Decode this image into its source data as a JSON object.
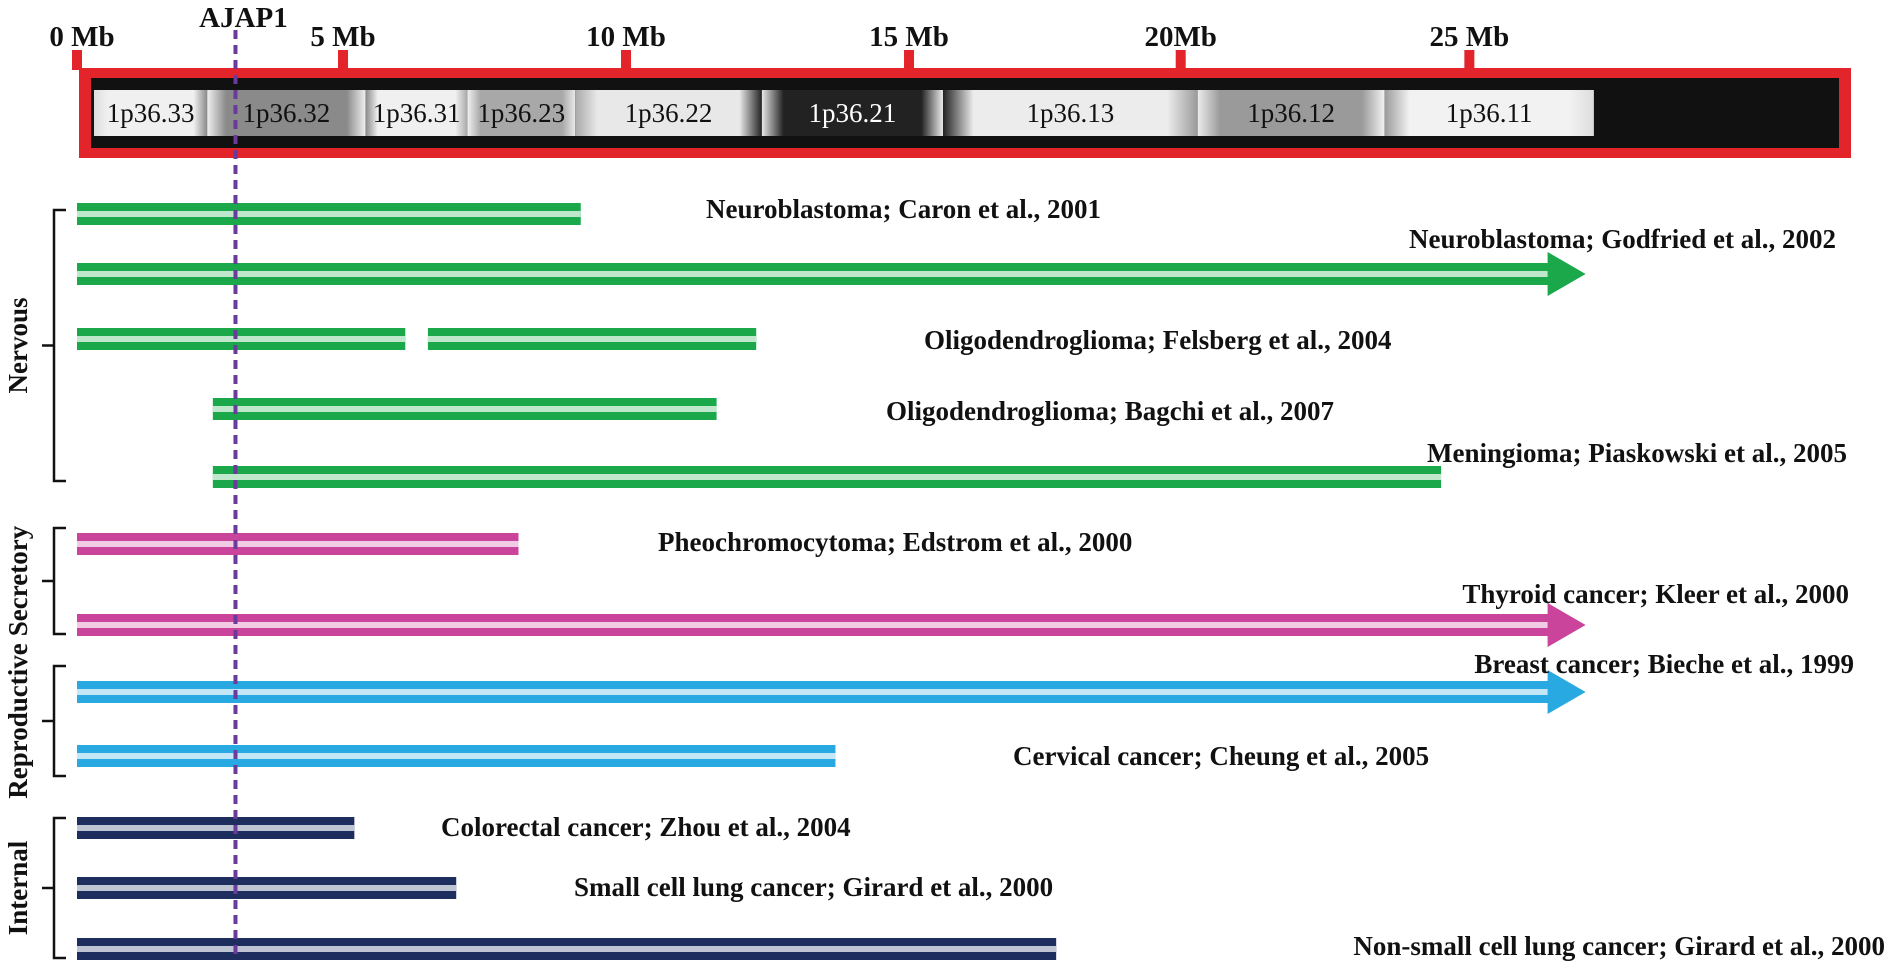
{
  "scale": {
    "unit": "Mb",
    "ticks": [
      {
        "mb": 0,
        "label": "0 Mb"
      },
      {
        "mb": 4.7,
        "label": "5 Mb"
      },
      {
        "mb": 9.7,
        "label": "10 Mb"
      },
      {
        "mb": 14.7,
        "label": "15 Mb"
      },
      {
        "mb": 19.5,
        "label": "20Mb"
      },
      {
        "mb": 24.6,
        "label": "25 Mb"
      }
    ]
  },
  "bands": [
    {
      "name": "1p36.33",
      "start": 0.3,
      "end": 2.3,
      "shade": "#f0f0f0",
      "text_color": "#111111"
    },
    {
      "name": "1p36.32",
      "start": 2.3,
      "end": 5.1,
      "shade": "#8a8a8a",
      "text_color": "#111111"
    },
    {
      "name": "1p36.31",
      "start": 5.1,
      "end": 6.9,
      "shade": "#f0f0f0",
      "text_color": "#111111"
    },
    {
      "name": "1p36.23",
      "start": 6.9,
      "end": 8.8,
      "shade": "#a8a8a8",
      "text_color": "#111111"
    },
    {
      "name": "1p36.22",
      "start": 8.8,
      "end": 12.1,
      "shade": "#e8e8e8",
      "text_color": "#111111"
    },
    {
      "name": "1p36.21",
      "start": 12.1,
      "end": 15.3,
      "shade": "#222222",
      "text_color": "#ffffff"
    },
    {
      "name": "1p36.13",
      "start": 15.3,
      "end": 19.8,
      "shade": "#ececec",
      "text_color": "#111111"
    },
    {
      "name": "1p36.12",
      "start": 19.8,
      "end": 23.1,
      "shade": "#9a9a9a",
      "text_color": "#111111"
    },
    {
      "name": "1p36.11",
      "start": 23.1,
      "end": 26.8,
      "shade": "#f2f2f2",
      "text_color": "#111111"
    }
  ],
  "gene": {
    "name": "AJAP1",
    "position_mb": 2.8
  },
  "groups": [
    {
      "name": "Nervous",
      "color": "#1aa84a"
    },
    {
      "name": "Secretory",
      "color": "#c9449a"
    },
    {
      "name": "Reproductive",
      "color": "#29a9e1"
    },
    {
      "name": "Internal",
      "color": "#1c2d5e"
    }
  ],
  "studies": [
    {
      "label": "Neuroblastoma; Caron et al., 2001",
      "group": 0,
      "segments": [
        [
          0,
          8.9
        ]
      ],
      "arrow": false
    },
    {
      "label": "Neuroblastoma; Godfried et al., 2002",
      "group": 0,
      "segments": [
        [
          0,
          26
        ]
      ],
      "arrow": true
    },
    {
      "label": "Oligodendroglioma; Felsberg et al., 2004",
      "group": 0,
      "segments": [
        [
          0,
          5.8
        ],
        [
          6.2,
          12
        ]
      ],
      "arrow": false
    },
    {
      "label": "Oligodendroglioma; Bagchi et al., 2007",
      "group": 0,
      "segments": [
        [
          2.4,
          11.3
        ]
      ],
      "arrow": false
    },
    {
      "label": "Meningioma; Piaskowski et al., 2005",
      "group": 0,
      "segments": [
        [
          2.4,
          24.1
        ]
      ],
      "arrow": false
    },
    {
      "label": "Pheochromocytoma; Edstrom et al., 2000",
      "group": 1,
      "segments": [
        [
          0,
          7.8
        ]
      ],
      "arrow": false
    },
    {
      "label": "Thyroid cancer; Kleer et al., 2000",
      "group": 1,
      "segments": [
        [
          0,
          26
        ]
      ],
      "arrow": true
    },
    {
      "label": "Breast cancer; Bieche et al., 1999",
      "group": 2,
      "segments": [
        [
          0,
          26
        ]
      ],
      "arrow": true
    },
    {
      "label": "Cervical cancer; Cheung et al., 2005",
      "group": 2,
      "segments": [
        [
          0,
          13.4
        ]
      ],
      "arrow": false
    },
    {
      "label": "Colorectal cancer; Zhou et al., 2004",
      "group": 3,
      "segments": [
        [
          0,
          4.9
        ]
      ],
      "arrow": false
    },
    {
      "label": "Small cell lung cancer; Girard et al., 2000",
      "group": 3,
      "segments": [
        [
          0,
          6.7
        ]
      ],
      "arrow": false
    },
    {
      "label": "Non-small cell lung cancer; Girard et al., 2000",
      "group": 3,
      "segments": [
        [
          0,
          17.3
        ]
      ],
      "arrow": false
    }
  ]
}
